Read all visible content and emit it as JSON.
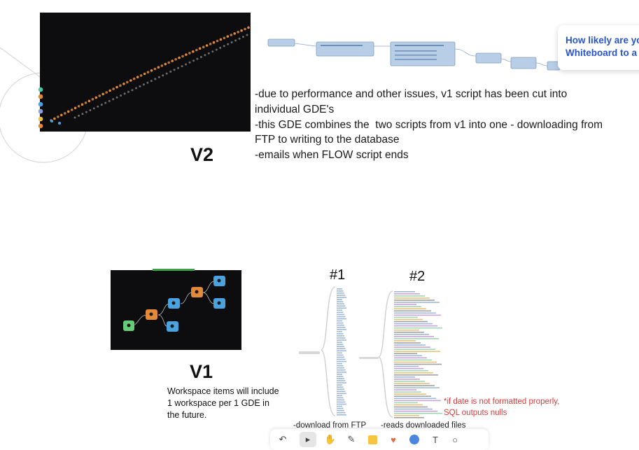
{
  "v2": {
    "heading": "V2",
    "bullets": [
      "-due to performance and other issues, v1 script has been cut into individual GDE's",
      "-this GDE combines the  two scripts from v1 into one - downloading from FTP to writing to the database",
      "-emails when FLOW script ends"
    ]
  },
  "popup": {
    "line1": "How likely are yo",
    "line2": "Whiteboard to a"
  },
  "v1": {
    "heading": "V1",
    "note": "Workspace items will include 1 workspace per 1 GDE in the future."
  },
  "diagram": {
    "label_1": "#1",
    "label_2": "#2",
    "caption_1": "-download from FTP",
    "caption_2": "-reads downloaded files",
    "warning": "*if date is not formatted properly, SQL outputs nulls"
  },
  "toolbar": {
    "tools": [
      "undo-icon",
      "select-icon",
      "hand-icon",
      "pen-icon",
      "sticky-note-icon",
      "heart-icon",
      "shape-icon",
      "text-icon",
      "more-icon"
    ],
    "active": "select-icon"
  },
  "colors": {
    "orange": "#e3893a",
    "blue": "#4aa3df",
    "green": "#66cc77",
    "popup_text": "#2a55c8",
    "warning": "#d73a3a"
  }
}
